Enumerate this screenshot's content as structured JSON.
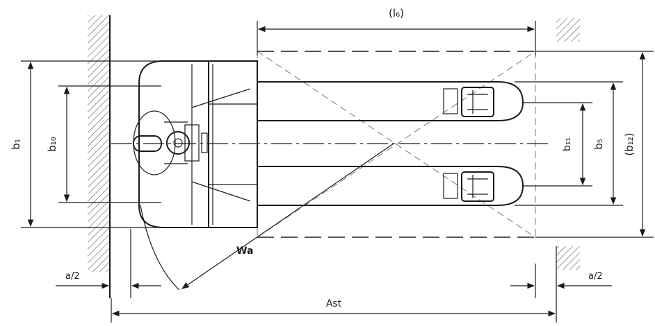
{
  "labels": {
    "l6": "(l₆)",
    "b1": "b₁",
    "b10": "b₁₀",
    "b11": "b₁₁",
    "b5": "b₅",
    "b12": "(b₁₂)",
    "wa": "Wa",
    "a_half_left": "a/2",
    "a_half_right": "a/2",
    "ast": "Ast"
  }
}
